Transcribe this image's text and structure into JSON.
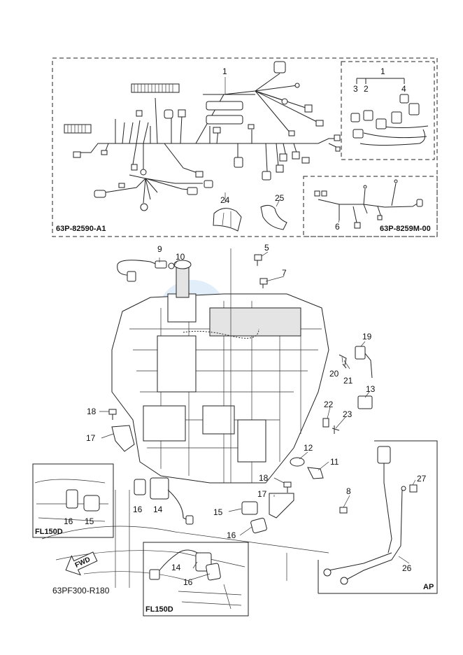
{
  "diagram": {
    "codes": {
      "main_harness": "63P-82590-A1",
      "sub_harness": "63P-8259M-00",
      "figure_code": "63PF300-R180"
    },
    "variant_labels": {
      "left_box": "FL150D",
      "bottom_box": "FL150D",
      "right_box": "AP"
    },
    "fwd_arrow": "FWD",
    "callouts": {
      "c1_top": "1",
      "c1_inset": "1",
      "c2": "2",
      "c3": "3",
      "c4": "4",
      "c24": "24",
      "c25": "25",
      "c6": "6",
      "c9": "9",
      "c10": "10",
      "c5": "5",
      "c7": "7",
      "c19": "19",
      "c20": "20",
      "c21": "21",
      "c13": "13",
      "c22": "22",
      "c23": "23",
      "c18a": "18",
      "c17a": "17",
      "c12": "12",
      "c11": "11",
      "c18b": "18",
      "c17b": "17",
      "c8": "8",
      "c15a": "15",
      "c16a": "16",
      "c16b": "16",
      "c14a": "14",
      "c15b": "15",
      "c16c": "16",
      "c16d": "16",
      "c14b": "14",
      "c27": "27",
      "c26": "26"
    }
  }
}
